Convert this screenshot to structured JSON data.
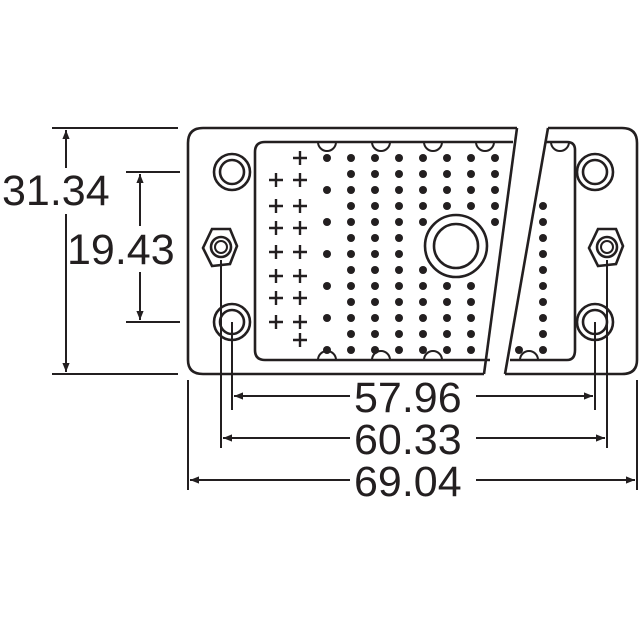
{
  "dimensions": {
    "height_outer": "31.34",
    "height_mount": "19.43",
    "width_inner_holes": "57.96",
    "width_outer_holes": "60.33",
    "width_overall": "69.04"
  },
  "colors": {
    "line": "#231f20",
    "background": "#ffffff"
  }
}
